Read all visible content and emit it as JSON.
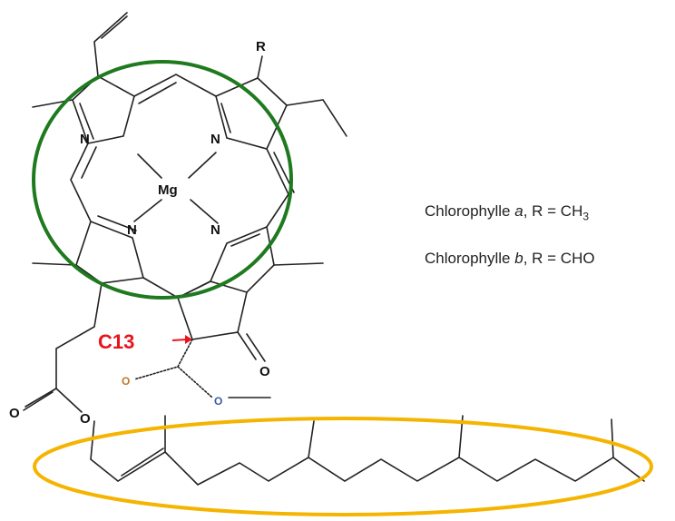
{
  "molecule": {
    "metal_label": "Mg",
    "nitrogen_label": "N",
    "oxygen_label": "O",
    "r_group_label": "R",
    "c13_label": "C13",
    "c13_color": "#e8141c"
  },
  "legend": {
    "line_a": {
      "name": "Chlorophylle",
      "variant": "a",
      "formula_prefix": ", R = CH",
      "formula_sub": "3"
    },
    "line_b": {
      "name": "Chlorophylle",
      "variant": "b",
      "formula_prefix": ", R = CHO"
    }
  },
  "highlights": {
    "porphyrin_ring_color": "#1f7a1f",
    "phytol_tail_color": "#f5b400"
  }
}
